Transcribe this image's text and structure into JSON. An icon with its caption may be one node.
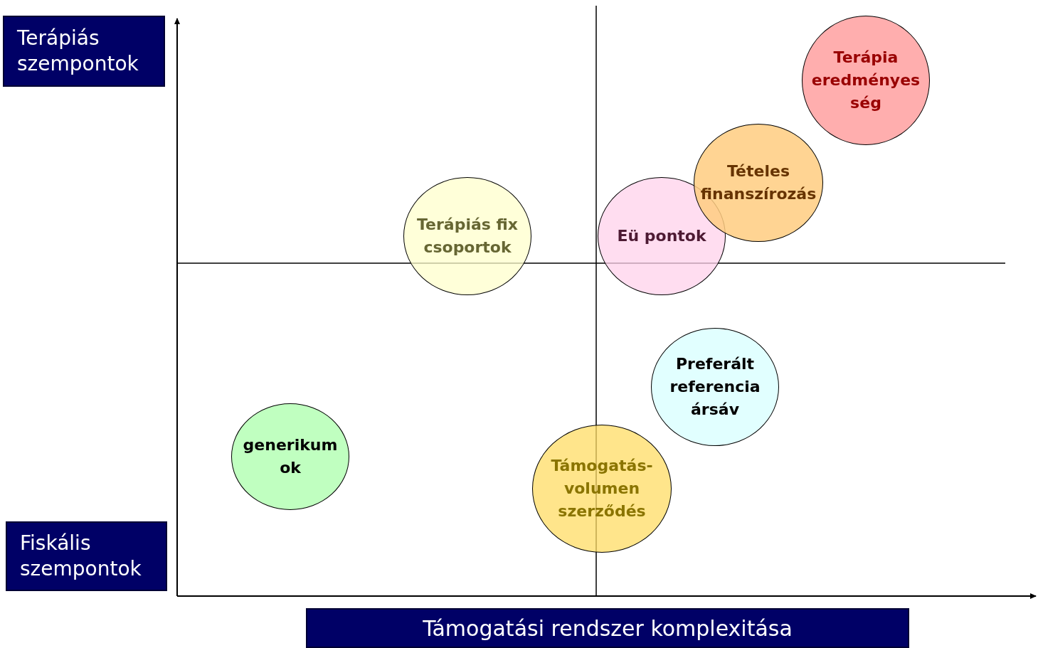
{
  "diagram": {
    "nodes": [
      {
        "text": [
          "Terápiás szempontok"
        ]
      },
      {
        "text": [
          "Terápia eredményes ség"
        ]
      },
      {
        "text": [
          "Tételes finanszírozás"
        ]
      },
      {
        "text": [
          "Terápiás fix csoportok"
        ]
      },
      {
        "text": [
          "Eü pontok"
        ]
      },
      {
        "text": [
          "Preferált referencia ársáv"
        ]
      },
      {
        "text": [
          "generikum ok"
        ]
      },
      {
        "text": [
          "Támogatás-volumen szerződés"
        ]
      },
      {
        "text": [
          "Fiskális szempontok"
        ]
      },
      {
        "text": [
          "Támogatási rendszer komplexitása"
        ]
      }
    ],
    "edges": []
  }
}
